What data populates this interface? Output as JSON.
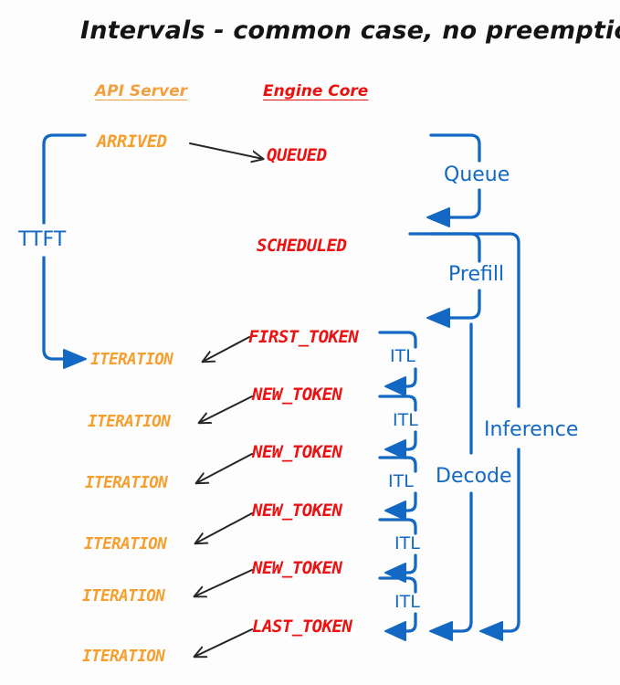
{
  "title": "Intervals - common case, no preemptions",
  "colors": {
    "background": "#fdfdfd",
    "title": "#141414",
    "api_server": "#F2A03D",
    "engine_core": "#E8110F",
    "iteration_orange": "#F5A02E",
    "token_red": "#EE1111",
    "interval_blue": "#1268C3",
    "arrow_black": "#262626"
  },
  "columns": {
    "api_server": "API Server",
    "engine_core": "Engine Core"
  },
  "api_events": {
    "arrived": "ARRIVED",
    "iterations": [
      "ITERATION",
      "ITERATION",
      "ITERATION",
      "ITERATION",
      "ITERATION",
      "ITERATION"
    ]
  },
  "engine_events": {
    "queued": "QUEUED",
    "scheduled": "SCHEDULED",
    "tokens": [
      "FIRST_TOKEN",
      "NEW_TOKEN",
      "NEW_TOKEN",
      "NEW_TOKEN",
      "NEW_TOKEN",
      "LAST_TOKEN"
    ]
  },
  "intervals": {
    "ttft": "TTFT",
    "queue": "Queue",
    "prefill": "Prefill",
    "decode": "Decode",
    "inference": "Inference",
    "itl": [
      "ITL",
      "ITL",
      "ITL",
      "ITL",
      "ITL"
    ]
  }
}
